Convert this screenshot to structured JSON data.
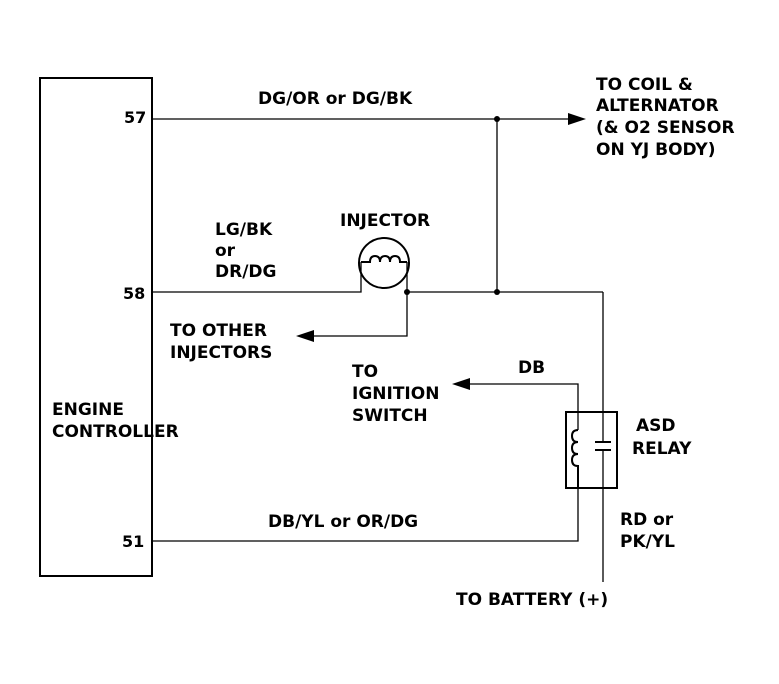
{
  "controller": {
    "label_line1": "ENGINE",
    "label_line2": "CONTROLLER",
    "pins": {
      "p57": "57",
      "p58": "58",
      "p51": "51"
    }
  },
  "wires": {
    "top": "DG/OR or DG/BK",
    "injector_feed": {
      "l1": "LG/BK",
      "l2": "or",
      "l3": "DR/DG"
    },
    "ignition": "DB",
    "bottom": "DB/YL or OR/DG",
    "battery_feed": {
      "l1": "RD or",
      "l2": "PK/YL"
    }
  },
  "components": {
    "injector": "INJECTOR",
    "relay": {
      "l1": "ASD",
      "l2": "RELAY"
    }
  },
  "destinations": {
    "coil": {
      "l1": "TO COIL &",
      "l2": "ALTERNATOR",
      "l3": "(& O2 SENSOR",
      "l4": "ON YJ BODY)"
    },
    "other_injectors": {
      "l1": "TO OTHER",
      "l2": "INJECTORS"
    },
    "ignition_switch": {
      "l1": "TO",
      "l2": "IGNITION",
      "l3": "SWITCH"
    },
    "battery": "TO BATTERY (+)"
  }
}
